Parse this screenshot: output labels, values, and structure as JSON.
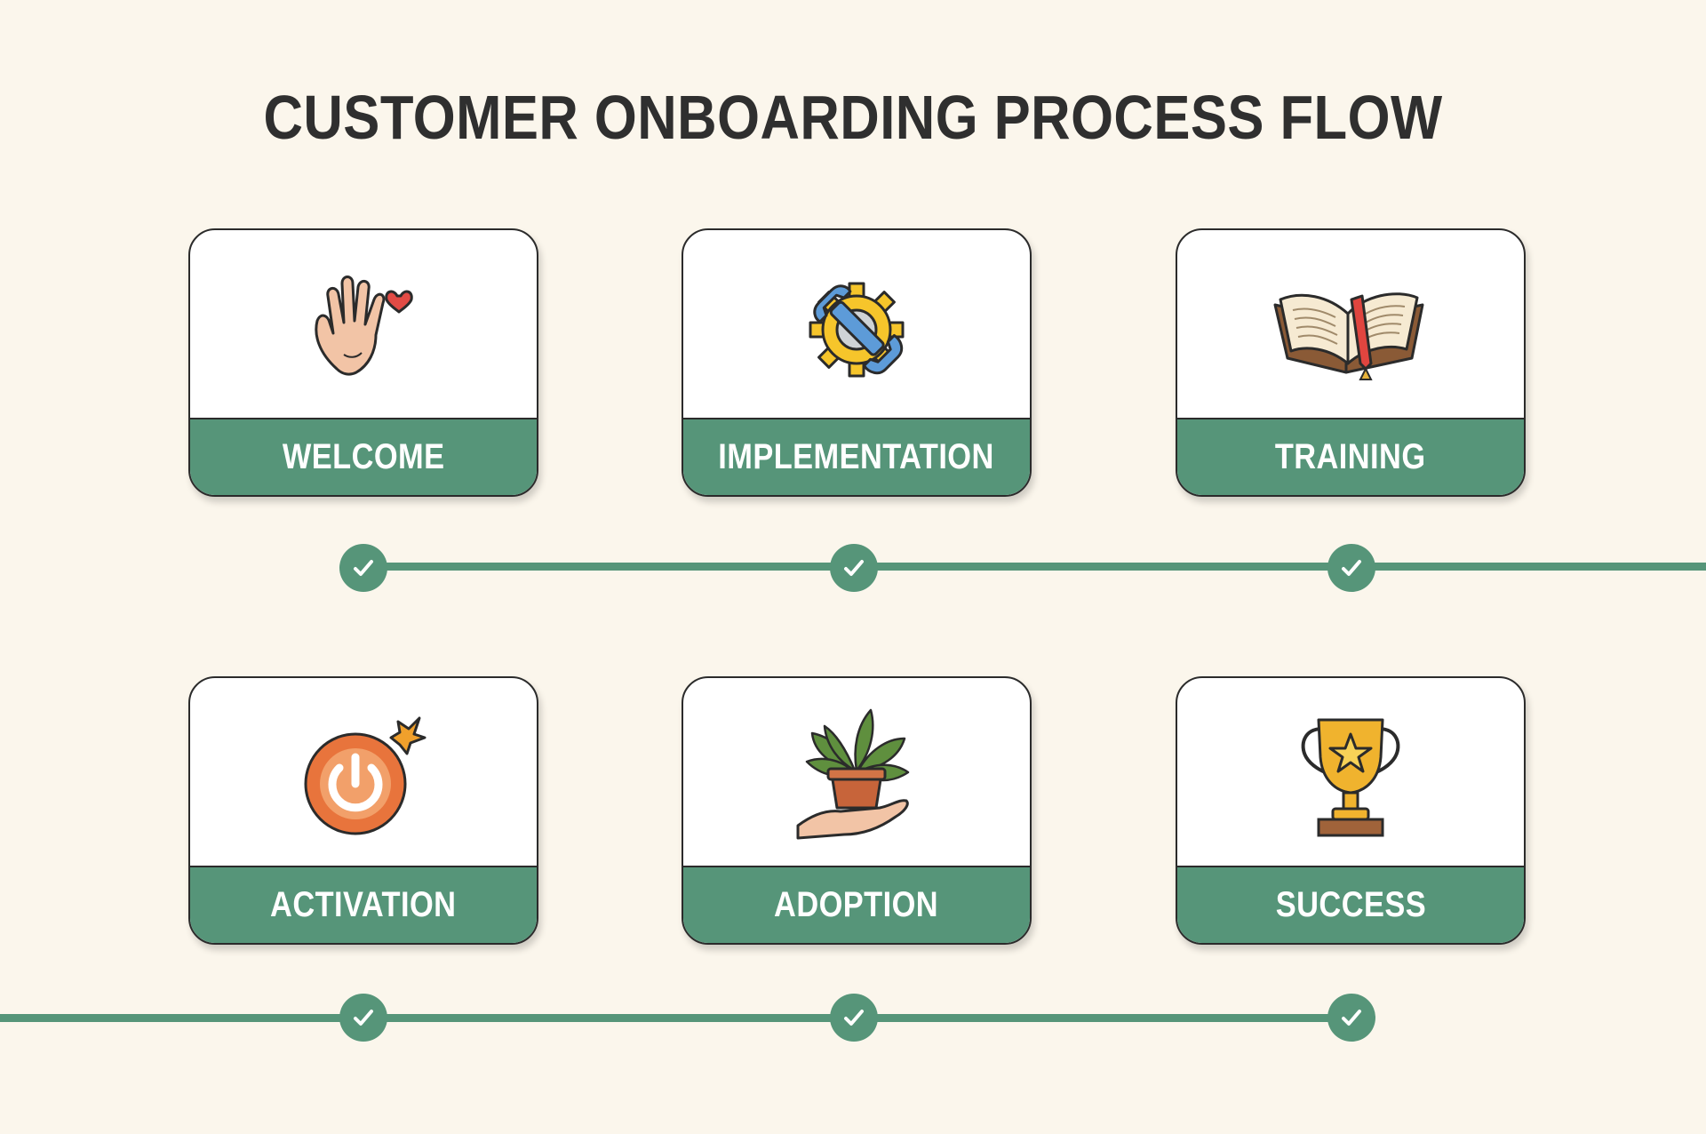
{
  "title": "CUSTOMER ONBOARDING PROCESS FLOW",
  "colors": {
    "background": "#fbf6ec",
    "accent_green": "#569579",
    "title_text": "#2f2f2f",
    "card_border": "#2b2b2b"
  },
  "steps": [
    {
      "label": "WELCOME",
      "icon": "waving-hand-heart-icon",
      "completed": true
    },
    {
      "label": "IMPLEMENTATION",
      "icon": "gear-wrench-icon",
      "completed": true
    },
    {
      "label": "TRAINING",
      "icon": "open-book-icon",
      "completed": true
    },
    {
      "label": "ACTIVATION",
      "icon": "power-button-icon",
      "completed": true
    },
    {
      "label": "ADOPTION",
      "icon": "hand-holding-plant-icon",
      "completed": true
    },
    {
      "label": "SUCCESS",
      "icon": "trophy-star-icon",
      "completed": true
    }
  ]
}
